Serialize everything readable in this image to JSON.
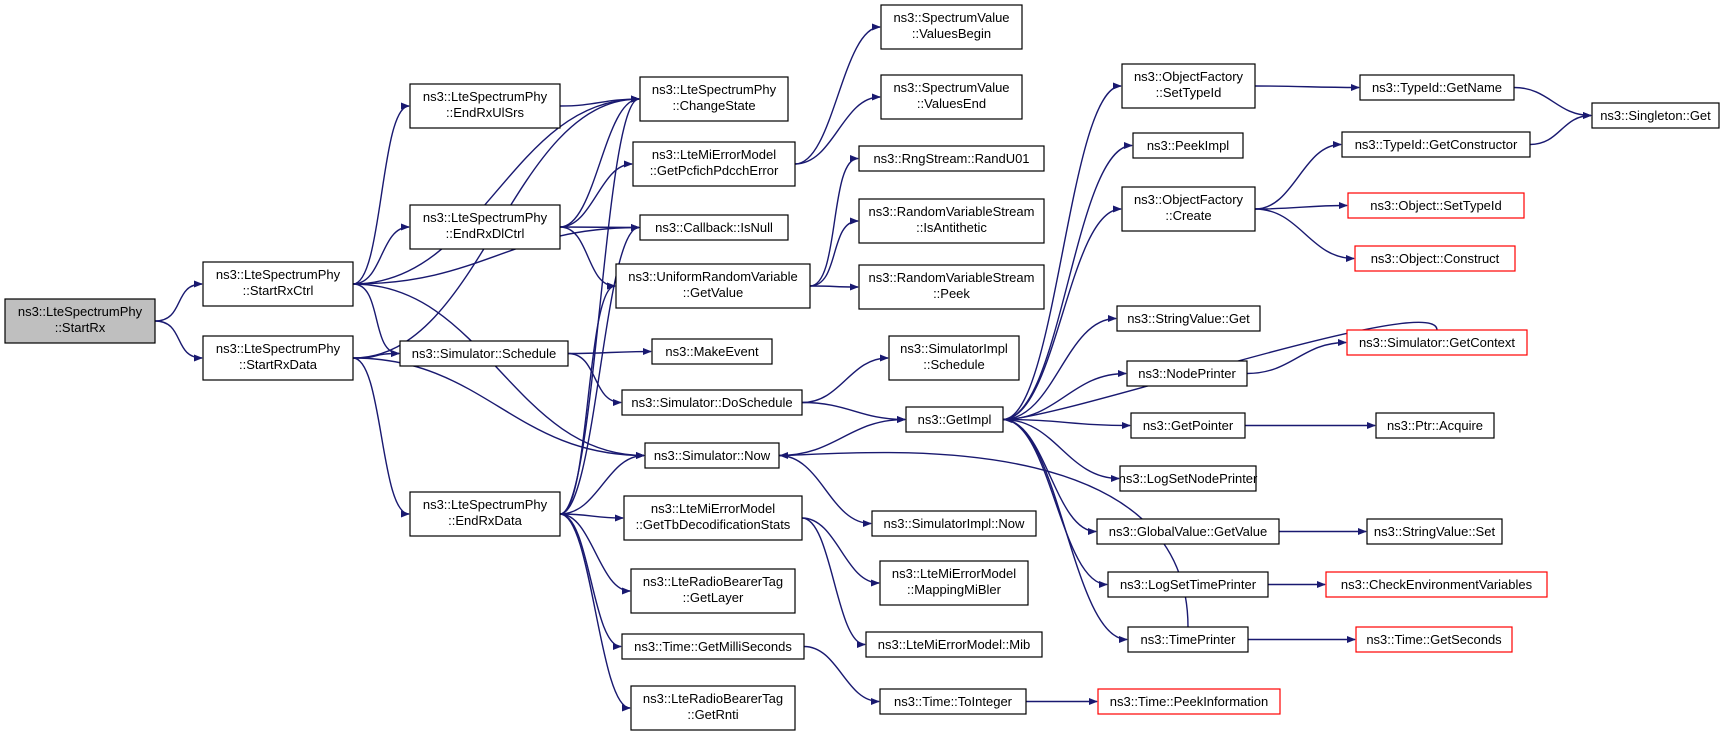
{
  "diagram": {
    "type": "call-graph",
    "colors": {
      "edge": "#191970",
      "node_border": "#000000",
      "truncated_node_border": "#ff0000",
      "root_fill": "#bfbfbf",
      "node_fill": "#ffffff"
    },
    "nodes": [
      {
        "id": "startrx",
        "lines": [
          "ns3::LteSpectrumPhy",
          "::StartRx"
        ],
        "root": true
      },
      {
        "id": "startrxctrl",
        "lines": [
          "ns3::LteSpectrumPhy",
          "::StartRxCtrl"
        ]
      },
      {
        "id": "startrxdata",
        "lines": [
          "ns3::LteSpectrumPhy",
          "::StartRxData"
        ]
      },
      {
        "id": "endrxulsrs",
        "lines": [
          "ns3::LteSpectrumPhy",
          "::EndRxUlSrs"
        ]
      },
      {
        "id": "endrxdlctrl",
        "lines": [
          "ns3::LteSpectrumPhy",
          "::EndRxDlCtrl"
        ]
      },
      {
        "id": "schedule",
        "lines": [
          "ns3::Simulator::Schedule"
        ]
      },
      {
        "id": "endrxdata",
        "lines": [
          "ns3::LteSpectrumPhy",
          "::EndRxData"
        ]
      },
      {
        "id": "changestate",
        "lines": [
          "ns3::LteSpectrumPhy",
          "::ChangeState"
        ]
      },
      {
        "id": "getpcfich",
        "lines": [
          "ns3::LteMiErrorModel",
          "::GetPcfichPdcchError"
        ]
      },
      {
        "id": "isnull",
        "lines": [
          "ns3::Callback::IsNull"
        ]
      },
      {
        "id": "urvgetvalue",
        "lines": [
          "ns3::UniformRandomVariable",
          "::GetValue"
        ]
      },
      {
        "id": "makeevent",
        "lines": [
          "ns3::MakeEvent"
        ]
      },
      {
        "id": "doschedule",
        "lines": [
          "ns3::Simulator::DoSchedule"
        ]
      },
      {
        "id": "simnow",
        "lines": [
          "ns3::Simulator::Now"
        ]
      },
      {
        "id": "gettbdecod",
        "lines": [
          "ns3::LteMiErrorModel",
          "::GetTbDecodificationStats"
        ]
      },
      {
        "id": "getlayer",
        "lines": [
          "ns3::LteRadioBearerTag",
          "::GetLayer"
        ]
      },
      {
        "id": "getmilli",
        "lines": [
          "ns3::Time::GetMilliSeconds"
        ]
      },
      {
        "id": "getrnti",
        "lines": [
          "ns3::LteRadioBearerTag",
          "::GetRnti"
        ]
      },
      {
        "id": "valuesbegin",
        "lines": [
          "ns3::SpectrumValue",
          "::ValuesBegin"
        ]
      },
      {
        "id": "valuesend",
        "lines": [
          "ns3::SpectrumValue",
          "::ValuesEnd"
        ]
      },
      {
        "id": "randu01",
        "lines": [
          "ns3::RngStream::RandU01"
        ]
      },
      {
        "id": "isantithetic",
        "lines": [
          "ns3::RandomVariableStream",
          "::IsAntithetic"
        ]
      },
      {
        "id": "rvspeek",
        "lines": [
          "ns3::RandomVariableStream",
          "::Peek"
        ]
      },
      {
        "id": "implschedule",
        "lines": [
          "ns3::SimulatorImpl",
          "::Schedule"
        ]
      },
      {
        "id": "getimpl",
        "lines": [
          "ns3::GetImpl"
        ]
      },
      {
        "id": "implnow",
        "lines": [
          "ns3::SimulatorImpl::Now"
        ]
      },
      {
        "id": "mappingmibler",
        "lines": [
          "ns3::LteMiErrorModel",
          "::MappingMiBler"
        ]
      },
      {
        "id": "mib",
        "lines": [
          "ns3::LteMiErrorModel::Mib"
        ]
      },
      {
        "id": "tointeger",
        "lines": [
          "ns3::Time::ToInteger"
        ]
      },
      {
        "id": "settypeid_of",
        "lines": [
          "ns3::ObjectFactory",
          "::SetTypeId"
        ]
      },
      {
        "id": "peekimpl",
        "lines": [
          "ns3::PeekImpl"
        ]
      },
      {
        "id": "ofcreate",
        "lines": [
          "ns3::ObjectFactory",
          "::Create"
        ]
      },
      {
        "id": "stringget",
        "lines": [
          "ns3::StringValue::Get"
        ]
      },
      {
        "id": "nodeprinter",
        "lines": [
          "ns3::NodePrinter"
        ]
      },
      {
        "id": "getpointer",
        "lines": [
          "ns3::GetPointer"
        ]
      },
      {
        "id": "logsetnodeprinter",
        "lines": [
          "ns3::LogSetNodePrinter"
        ]
      },
      {
        "id": "gvgetvalue",
        "lines": [
          "ns3::GlobalValue::GetValue"
        ]
      },
      {
        "id": "logsettimeprinter",
        "lines": [
          "ns3::LogSetTimePrinter"
        ]
      },
      {
        "id": "timeprinter",
        "lines": [
          "ns3::TimePrinter"
        ]
      },
      {
        "id": "peekinformation",
        "lines": [
          "ns3::Time::PeekInformation"
        ],
        "truncated": true
      },
      {
        "id": "getname",
        "lines": [
          "ns3::TypeId::GetName"
        ]
      },
      {
        "id": "getconstructor",
        "lines": [
          "ns3::TypeId::GetConstructor"
        ]
      },
      {
        "id": "objsettypeid",
        "lines": [
          "ns3::Object::SetTypeId"
        ],
        "truncated": true
      },
      {
        "id": "objconstruct",
        "lines": [
          "ns3::Object::Construct"
        ],
        "truncated": true
      },
      {
        "id": "getcontext",
        "lines": [
          "ns3::Simulator::GetContext"
        ],
        "truncated": true
      },
      {
        "id": "ptracquire",
        "lines": [
          "ns3::Ptr::Acquire"
        ]
      },
      {
        "id": "stringset",
        "lines": [
          "ns3::StringValue::Set"
        ]
      },
      {
        "id": "checkenv",
        "lines": [
          "ns3::CheckEnvironmentVariables"
        ],
        "truncated": true
      },
      {
        "id": "getseconds",
        "lines": [
          "ns3::Time::GetSeconds"
        ],
        "truncated": true
      },
      {
        "id": "singletonget",
        "lines": [
          "ns3::Singleton::Get"
        ]
      }
    ],
    "edges": [
      [
        "startrx",
        "startrxctrl"
      ],
      [
        "startrx",
        "startrxdata"
      ],
      [
        "startrxctrl",
        "changestate"
      ],
      [
        "startrxctrl",
        "endrxulsrs"
      ],
      [
        "startrxctrl",
        "endrxdlctrl"
      ],
      [
        "startrxctrl",
        "isnull"
      ],
      [
        "startrxctrl",
        "schedule"
      ],
      [
        "startrxctrl",
        "simnow"
      ],
      [
        "startrxdata",
        "changestate"
      ],
      [
        "startrxdata",
        "schedule"
      ],
      [
        "startrxdata",
        "simnow"
      ],
      [
        "startrxdata",
        "endrxdata"
      ],
      [
        "endrxulsrs",
        "changestate"
      ],
      [
        "endrxdlctrl",
        "changestate"
      ],
      [
        "endrxdlctrl",
        "getpcfich"
      ],
      [
        "endrxdlctrl",
        "isnull"
      ],
      [
        "endrxdlctrl",
        "urvgetvalue"
      ],
      [
        "schedule",
        "makeevent"
      ],
      [
        "schedule",
        "doschedule"
      ],
      [
        "endrxdata",
        "changestate"
      ],
      [
        "endrxdata",
        "isnull"
      ],
      [
        "endrxdata",
        "urvgetvalue"
      ],
      [
        "endrxdata",
        "simnow"
      ],
      [
        "endrxdata",
        "gettbdecod"
      ],
      [
        "endrxdata",
        "getlayer"
      ],
      [
        "endrxdata",
        "getmilli"
      ],
      [
        "endrxdata",
        "getrnti"
      ],
      [
        "getpcfich",
        "valuesbegin"
      ],
      [
        "getpcfich",
        "valuesend"
      ],
      [
        "urvgetvalue",
        "randu01"
      ],
      [
        "urvgetvalue",
        "isantithetic"
      ],
      [
        "urvgetvalue",
        "rvspeek"
      ],
      [
        "doschedule",
        "implschedule"
      ],
      [
        "doschedule",
        "getimpl"
      ],
      [
        "simnow",
        "getimpl"
      ],
      [
        "simnow",
        "implnow"
      ],
      [
        "gettbdecod",
        "mappingmibler"
      ],
      [
        "gettbdecod",
        "mib"
      ],
      [
        "getmilli",
        "tointeger"
      ],
      [
        "tointeger",
        "peekinformation"
      ],
      [
        "getimpl",
        "settypeid_of"
      ],
      [
        "getimpl",
        "peekimpl"
      ],
      [
        "getimpl",
        "ofcreate"
      ],
      [
        "getimpl",
        "stringget"
      ],
      [
        "getimpl",
        "nodeprinter"
      ],
      [
        "getimpl",
        "getpointer"
      ],
      [
        "getimpl",
        "logsetnodeprinter"
      ],
      [
        "getimpl",
        "gvgetvalue"
      ],
      [
        "getimpl",
        "logsettimeprinter"
      ],
      [
        "getimpl",
        "timeprinter"
      ],
      [
        "settypeid_of",
        "getname"
      ],
      [
        "ofcreate",
        "getconstructor"
      ],
      [
        "ofcreate",
        "objsettypeid"
      ],
      [
        "ofcreate",
        "objconstruct"
      ],
      [
        "getname",
        "singletonget"
      ],
      [
        "getconstructor",
        "singletonget"
      ],
      [
        "nodeprinter",
        "getcontext"
      ],
      [
        "getcontext",
        "getimpl"
      ],
      [
        "getpointer",
        "ptracquire"
      ],
      [
        "gvgetvalue",
        "stringset"
      ],
      [
        "logsettimeprinter",
        "checkenv"
      ],
      [
        "timeprinter",
        "getseconds"
      ],
      [
        "timeprinter",
        "simnow"
      ]
    ]
  }
}
